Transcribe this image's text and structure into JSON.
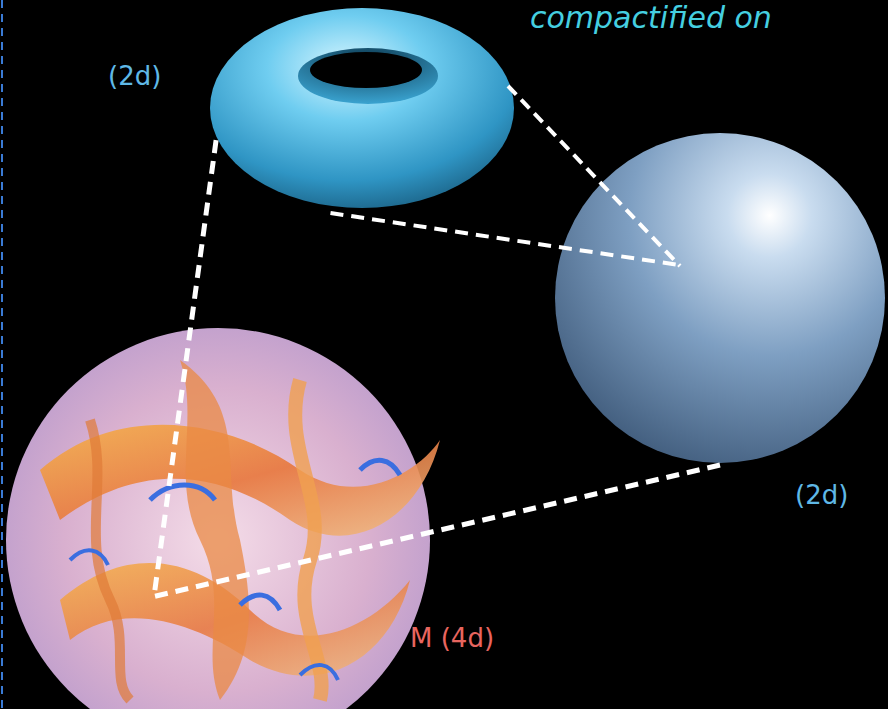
{
  "diagram": {
    "nodes": [
      {
        "text": [
          "(2d)"
        ]
      },
      {
        "text": [
          "(2d)"
        ]
      },
      {
        "text": [
          "M (4d)"
        ]
      }
    ],
    "edges": [
      {
        "from": 0,
        "to": 1,
        "arrow": "none"
      },
      {
        "from": 0,
        "to": 2,
        "arrow": "none"
      },
      {
        "from": 1,
        "to": 2,
        "arrow": "none"
      }
    ],
    "labels": [
      "compactified on"
    ]
  }
}
